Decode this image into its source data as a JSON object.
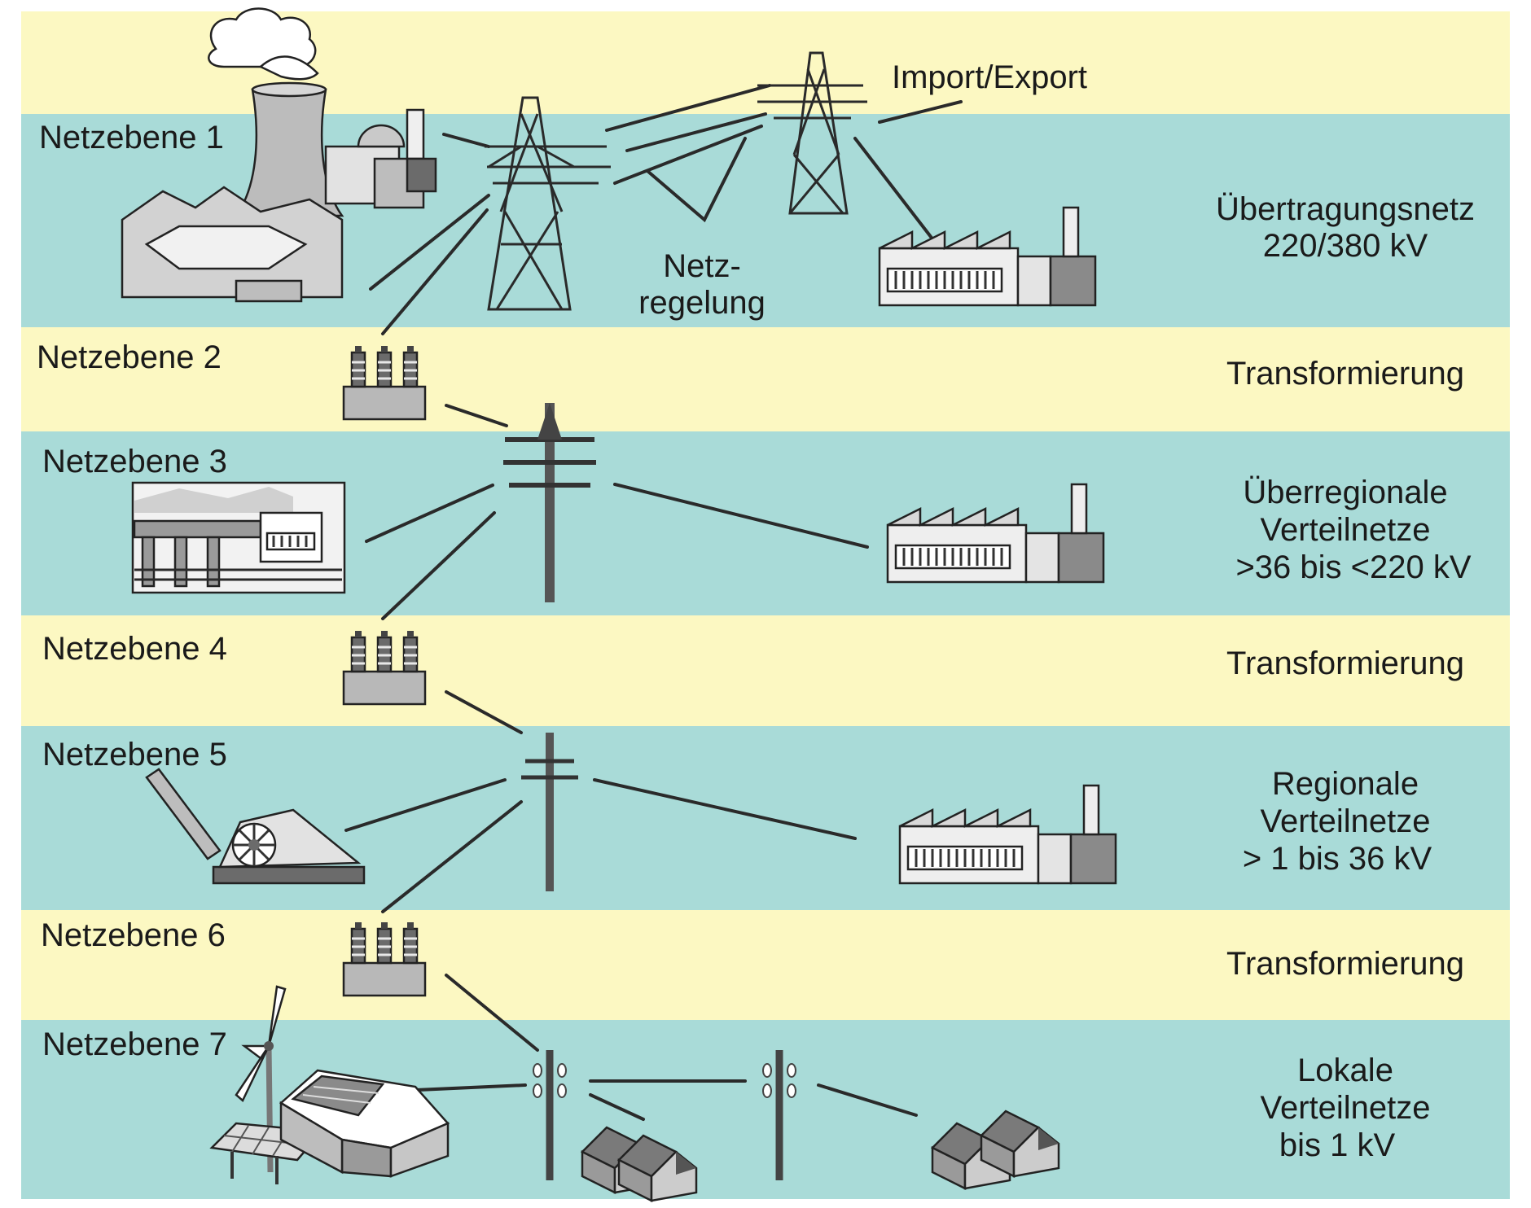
{
  "levels": [
    {
      "label": "Netzebene 1",
      "description": [
        "Übertragungsnetz",
        "220/380 kV"
      ]
    },
    {
      "label": "Netzebene 2",
      "description": [
        "Transformierung"
      ]
    },
    {
      "label": "Netzebene 3",
      "description": [
        "Überregionale",
        "Verteilnetze",
        ">36 bis <220 kV"
      ]
    },
    {
      "label": "Netzebene 4",
      "description": [
        "Transformierung"
      ]
    },
    {
      "label": "Netzebene 5",
      "description": [
        "Regionale",
        "Verteilnetze",
        "> 1 bis 36 kV"
      ]
    },
    {
      "label": "Netzebene 6",
      "description": [
        "Transformierung"
      ]
    },
    {
      "label": "Netzebene 7",
      "description": [
        "Lokale",
        "Verteilnetze",
        "bis 1 kV"
      ]
    }
  ],
  "annotations": {
    "import_export": "Import/Export",
    "netzregelung": [
      "Netz-",
      "regelung"
    ]
  },
  "colors": {
    "band_yellow": "#fcf8c2",
    "band_teal": "#a9dbd8",
    "icon_light": "#e6e6e6",
    "icon_mid": "#b3b3b3",
    "icon_dark": "#6b6b6b"
  },
  "icons": {
    "level1": [
      "nuclear-plant-icon",
      "transmission-tower-icon",
      "industrial-plant-icon"
    ],
    "level2": [
      "transformer-icon"
    ],
    "level3": [
      "hydro-power-plant-icon",
      "power-pylon-icon",
      "factory-icon"
    ],
    "level4": [
      "transformer-icon"
    ],
    "level5": [
      "water-turbine-icon",
      "power-pole-icon",
      "factory-icon"
    ],
    "level6": [
      "transformer-icon"
    ],
    "level7": [
      "wind-turbine-icon",
      "solar-panel-icon",
      "house-icon",
      "utility-pole-icon",
      "houses-icon"
    ]
  }
}
